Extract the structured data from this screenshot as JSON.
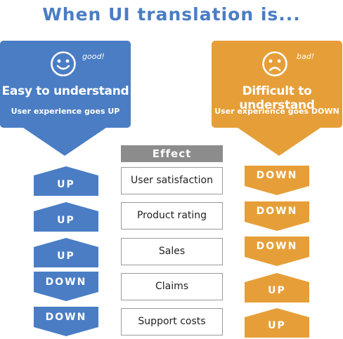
{
  "title": "When UI translation is...",
  "colors": {
    "blue": "#4a7dc4",
    "orange": "#e69f38",
    "gray": "#8c8c8c",
    "title": "#4a7dc4"
  },
  "left_panel": {
    "face_icon": "smiley-face-icon",
    "note": "good!",
    "heading": "Easy to understand",
    "subheading": "User experience goes UP"
  },
  "right_panel": {
    "face_icon": "frown-face-icon",
    "note": "bad!",
    "heading": "Difficult to understand",
    "subheading": "User experience goes DOWN"
  },
  "effect_header": "Effect",
  "rows": [
    {
      "effect": "User satisfaction",
      "easy": "UP",
      "difficult": "DOWN"
    },
    {
      "effect": "Product rating",
      "easy": "UP",
      "difficult": "DOWN"
    },
    {
      "effect": "Sales",
      "easy": "UP",
      "difficult": "DOWN"
    },
    {
      "effect": "Claims",
      "easy": "DOWN",
      "difficult": "UP"
    },
    {
      "effect": "Support costs",
      "easy": "DOWN",
      "difficult": "UP"
    }
  ]
}
